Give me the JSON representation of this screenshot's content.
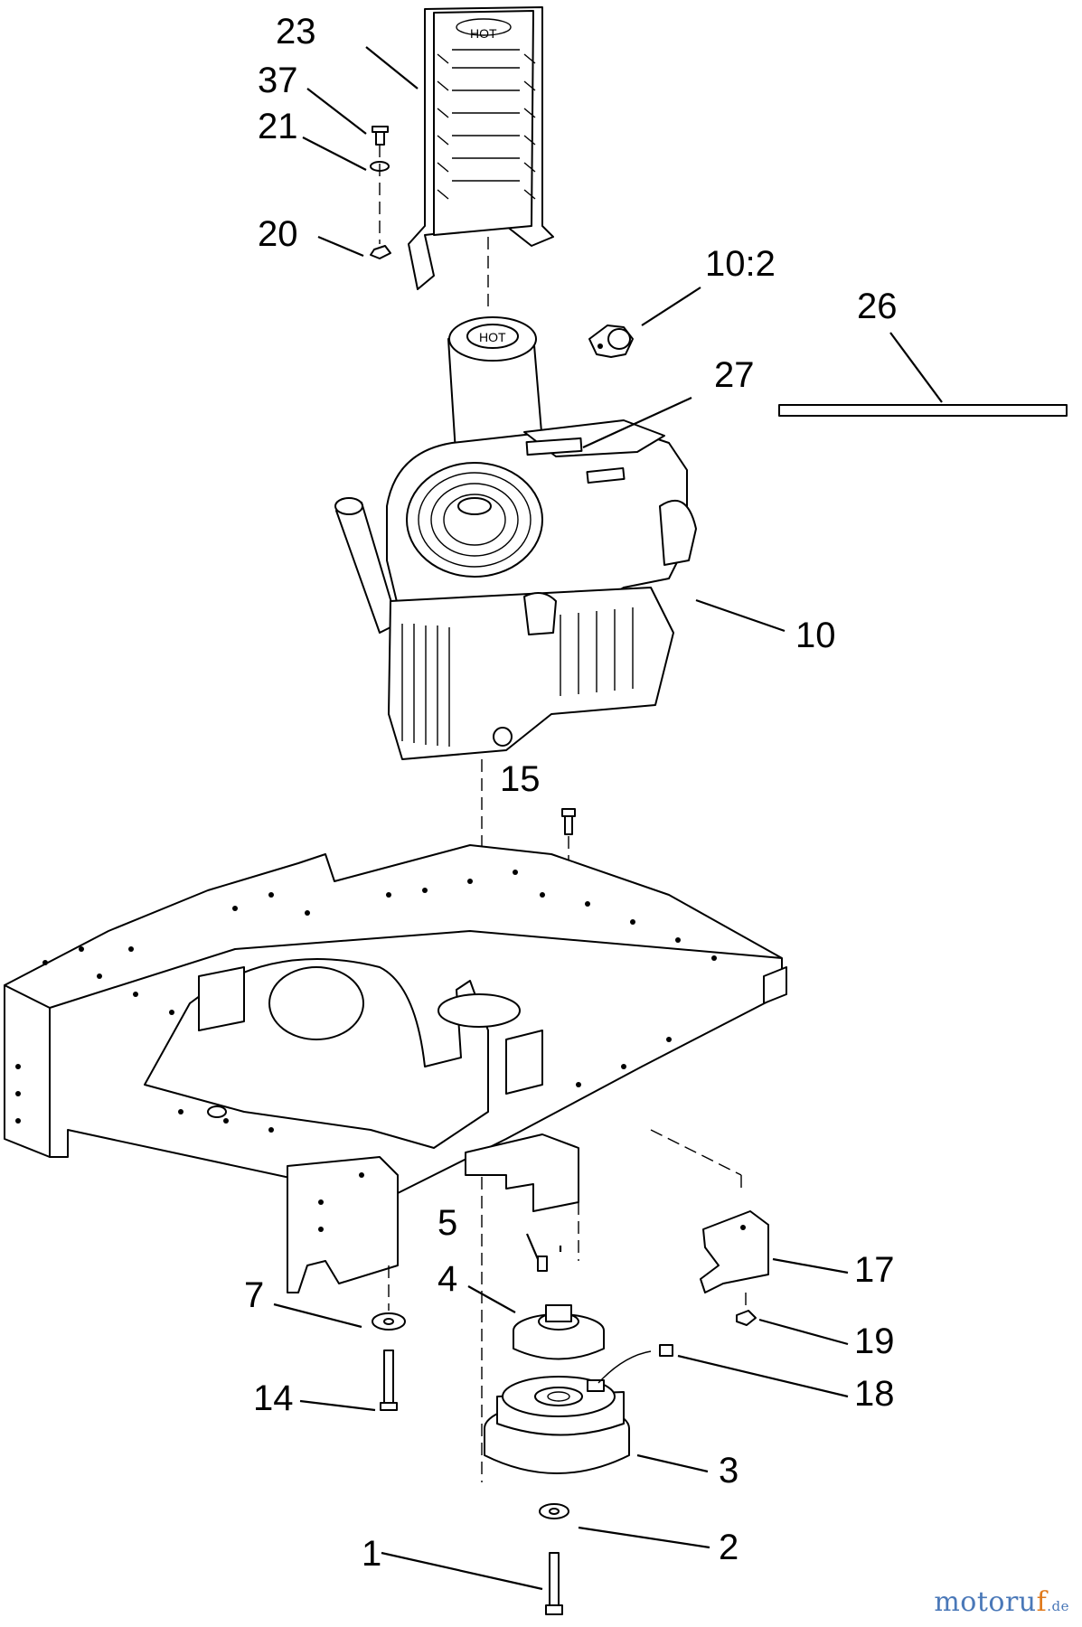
{
  "callouts": {
    "c1": "1",
    "c2": "2",
    "c3": "3",
    "c4": "4",
    "c5": "5",
    "c7": "7",
    "c10": "10",
    "c10_2": "10:2",
    "c14": "14",
    "c15": "15",
    "c17": "17",
    "c18": "18",
    "c19": "19",
    "c20": "20",
    "c21": "21",
    "c23": "23",
    "c26": "26",
    "c27": "27",
    "c37": "37"
  },
  "parts": {
    "shield_text": "HOT",
    "muffler_text": "HOT"
  },
  "watermark": {
    "main": "motoru",
    "accent": "f",
    "tld": ".de"
  },
  "colors": {
    "line": "#000000",
    "background": "#ffffff",
    "watermark_blue": "#4a78b8",
    "watermark_orange": "#e07a1c"
  }
}
